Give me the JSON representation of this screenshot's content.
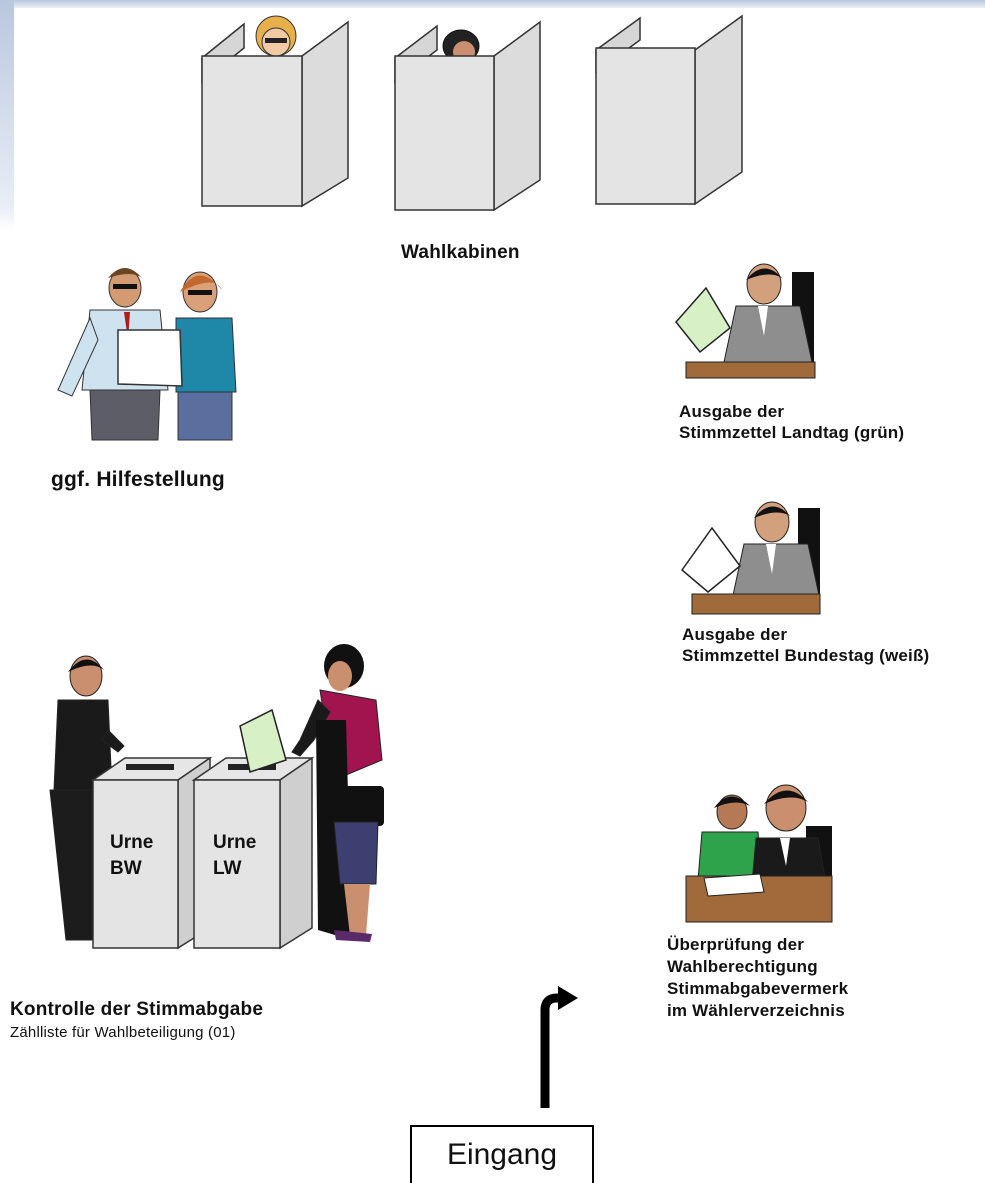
{
  "labels": {
    "booths": "Wahlkabinen",
    "help": "ggf. Hilfestellung",
    "issue_landtag": [
      "Ausgabe der",
      "Stimmzettel Landtag (grün)"
    ],
    "issue_bundestag": [
      "Ausgabe der",
      "Stimmzettel Bundestag (weiß)"
    ],
    "check": [
      "Überprüfung der",
      "Wahlberechtigung",
      "Stimmabgabevermerk",
      "im Wählerverzeichnis"
    ],
    "control_title": "Kontrolle der Stimmabgabe",
    "control_sub": "Zählliste für Wahlbeteiligung (01)",
    "urn_bw": [
      "Urne",
      "BW"
    ],
    "urn_lw": [
      "Urne",
      "LW"
    ],
    "entrance": "Eingang"
  },
  "colors": {
    "booth": "#e4e4e4",
    "desk": "#a06a3a",
    "ballot_green": "#d7f0c6",
    "ballot_white": "#ffffff"
  }
}
